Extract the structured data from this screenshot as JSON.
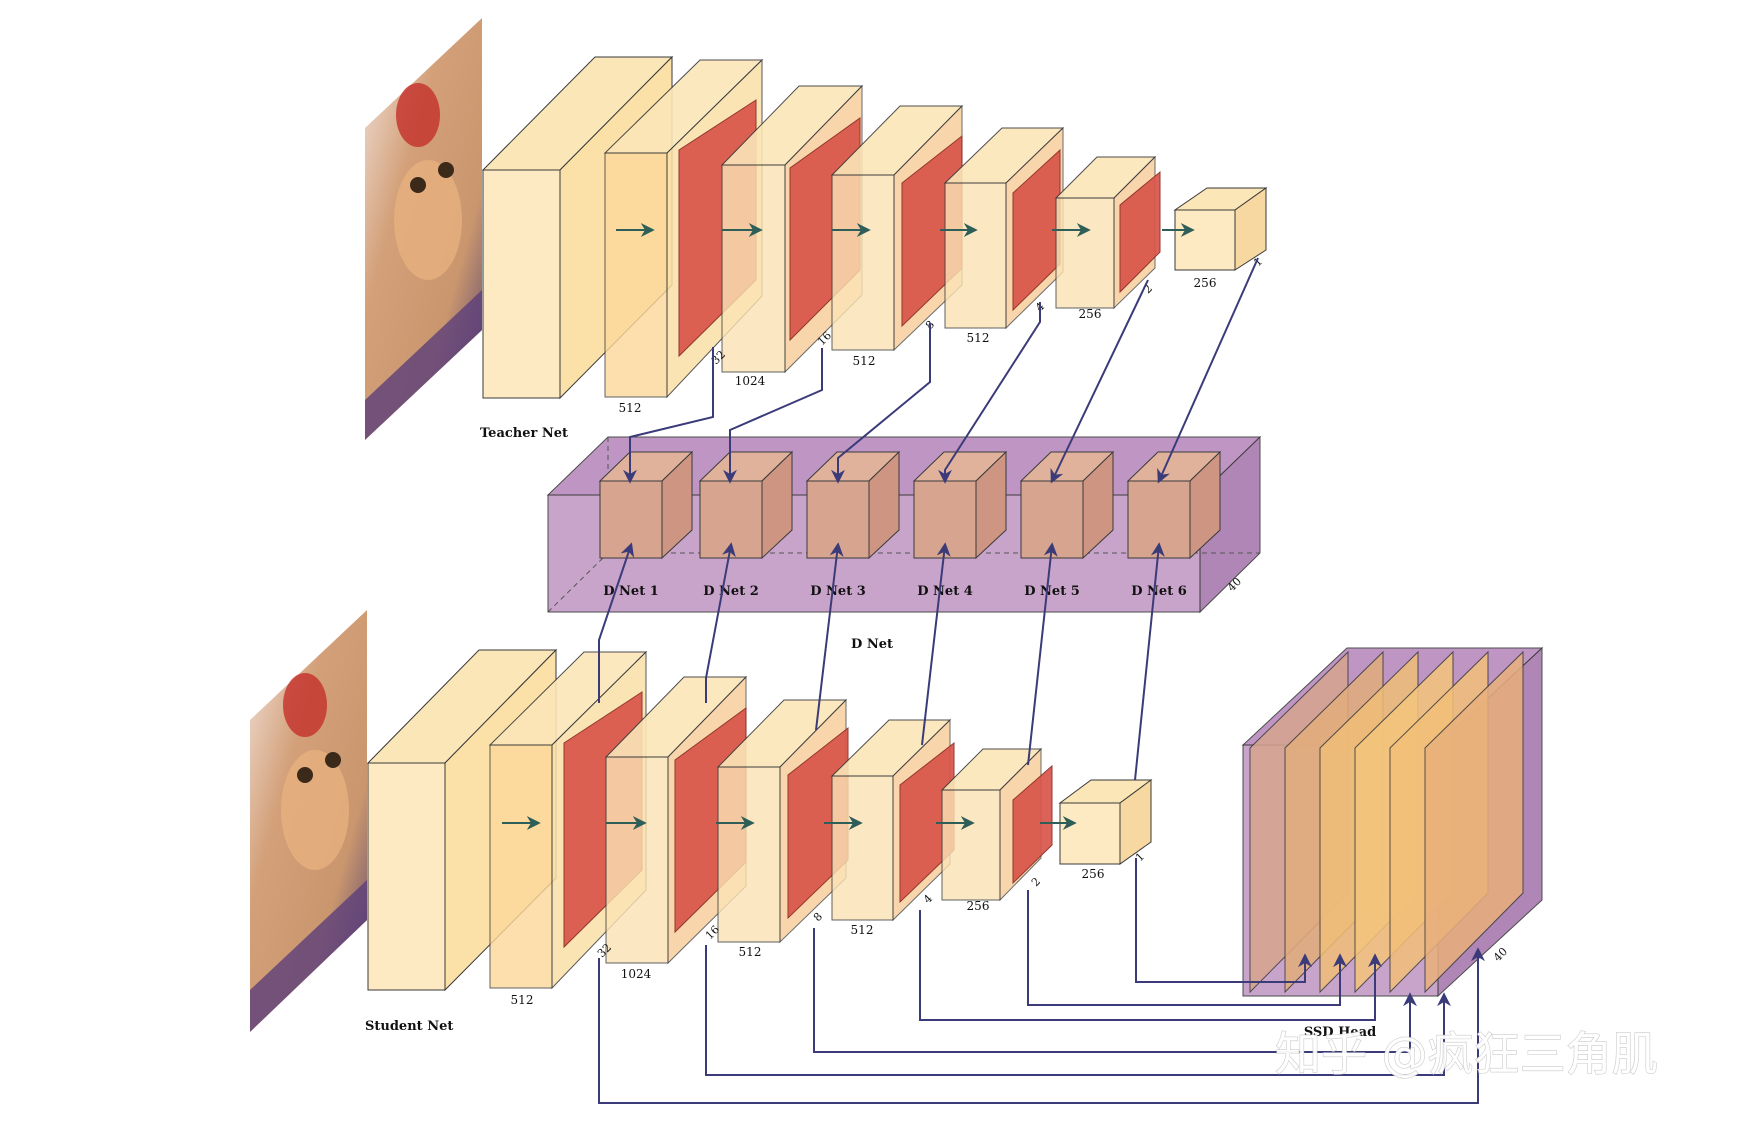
{
  "teacher": {
    "title": "Teacher Net",
    "depth_labels": [
      "512",
      "1024",
      "512",
      "512",
      "256",
      "256"
    ],
    "scale_labels": [
      "32",
      "16",
      "8",
      "4",
      "2",
      "1"
    ]
  },
  "student": {
    "title": "Student Net",
    "depth_labels": [
      "512",
      "1024",
      "512",
      "512",
      "256",
      "256"
    ],
    "scale_labels": [
      "32",
      "16",
      "8",
      "4",
      "2",
      "1"
    ]
  },
  "dnet": {
    "title": "D Net",
    "depth_label": "40",
    "modules": [
      "D Net 1",
      "D Net 2",
      "D Net 3",
      "D Net 4",
      "D Net 5",
      "D Net 6"
    ]
  },
  "ssd": {
    "title": "SSD Head",
    "depth_label": "40"
  },
  "watermark": "知乎 @疯狂三角肌",
  "colors": {
    "conv": "#fbe6b8",
    "conv_edge": "#3a3a3a",
    "relu": "#d9554a",
    "dnet_box": "#b98bbd",
    "dnet_cube": "#d7a58f",
    "arrow": "#3b3b7a",
    "pipe": "#2e5e58"
  }
}
